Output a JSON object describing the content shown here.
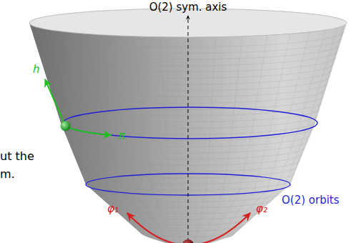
{
  "diagram": {
    "labels": [
      "O(2) sym. axis",
      "h",
      "π",
      "ut the",
      "m.",
      "O(2) orbits",
      "φ₁",
      "φ₂"
    ]
  }
}
